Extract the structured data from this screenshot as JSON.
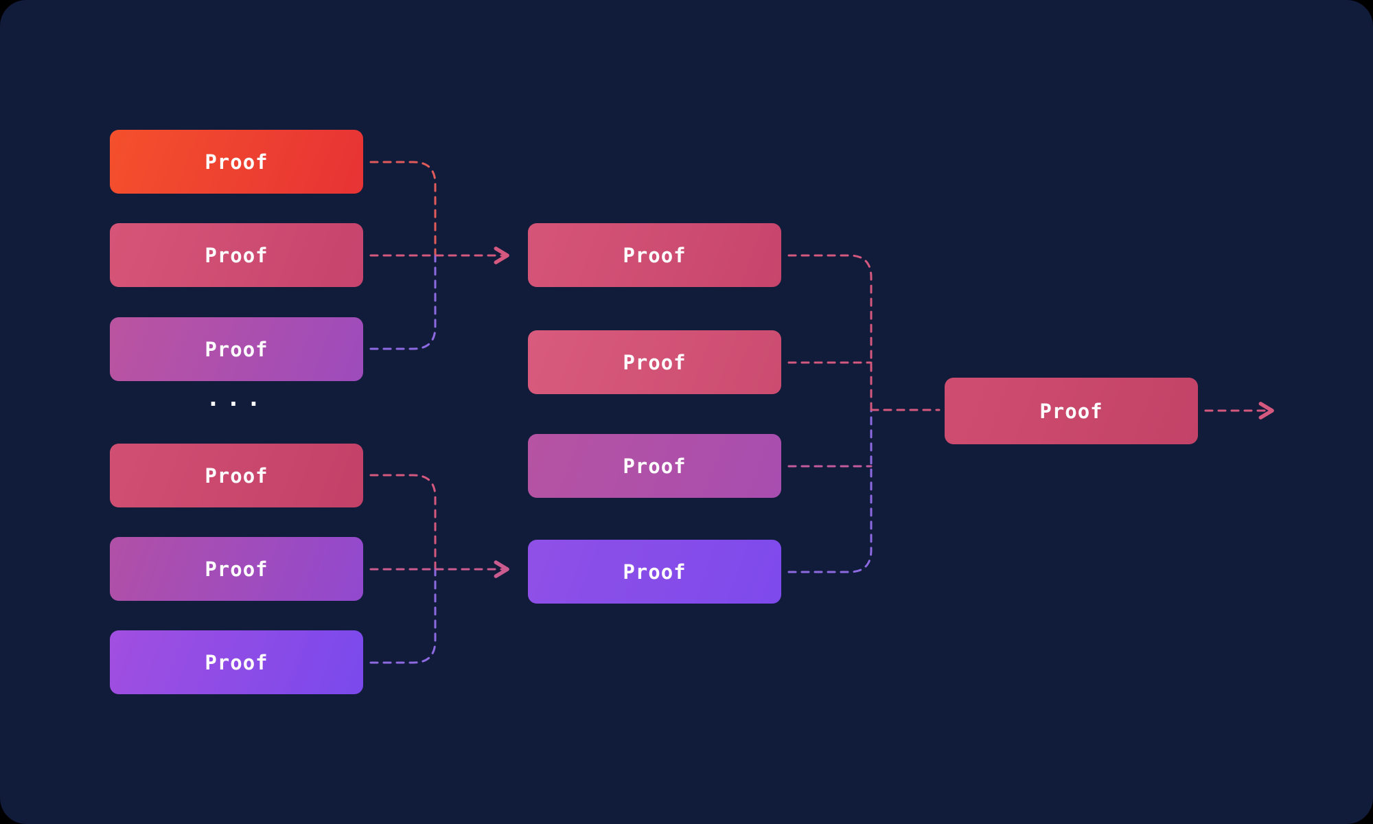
{
  "diagram": {
    "title": "proof-aggregation-diagram",
    "ellipsis": "···",
    "nodes": [
      {
        "id": "left-1",
        "label": "Proof"
      },
      {
        "id": "left-2",
        "label": "Proof"
      },
      {
        "id": "left-3",
        "label": "Proof"
      },
      {
        "id": "left-4",
        "label": "Proof"
      },
      {
        "id": "left-5",
        "label": "Proof"
      },
      {
        "id": "left-6",
        "label": "Proof"
      },
      {
        "id": "mid-1",
        "label": "Proof"
      },
      {
        "id": "mid-2",
        "label": "Proof"
      },
      {
        "id": "mid-3",
        "label": "Proof"
      },
      {
        "id": "mid-4",
        "label": "Proof"
      },
      {
        "id": "final",
        "label": "Proof"
      }
    ],
    "palette": {
      "background": "#111b3a",
      "node_red": "#ee4230",
      "node_rose": "#cf4e72",
      "node_magenta": "#ad50a8",
      "node_purple": "#8a4deb",
      "connector_salmon": "#e15b5b",
      "connector_pink": "#d5597f",
      "connector_magenta": "#cc5b8f",
      "connector_purple": "#8d6ae2",
      "text": "#ffffff"
    }
  }
}
